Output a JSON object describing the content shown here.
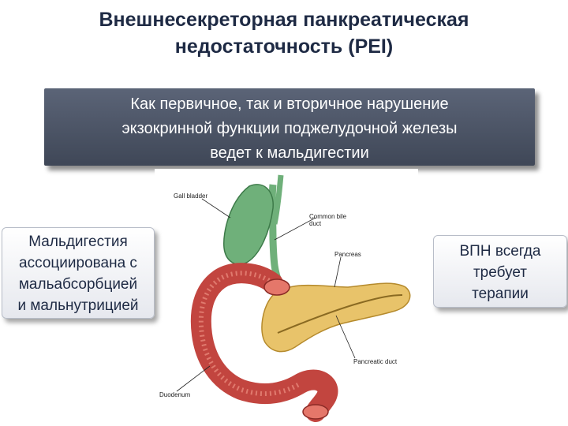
{
  "title": {
    "line1": "Внешнесекреторная панкреатическая",
    "line2": "недостаточность (PEI)"
  },
  "banner": {
    "line1": "Как первичное, так и вторичное нарушение",
    "line2": "экзокринной функции поджелудочной железы",
    "line3": "ведет к мальдигестии"
  },
  "callout_left": {
    "line1": "Мальдигестия",
    "line2": "ассоциирована с",
    "line3": "мальабсорбцией",
    "line4": "и мальнутрицией"
  },
  "callout_right": {
    "line1": "ВПН всегда",
    "line2": "требует",
    "line3": "терапии"
  },
  "figure": {
    "labels": {
      "gall_bladder": "Gall bladder",
      "common_bile_duct_1": "Common bile",
      "common_bile_duct_2": "duct",
      "pancreas": "Pancreas",
      "pancreatic_duct": "Pancreatic duct",
      "duodenum": "Duodenum"
    }
  },
  "colors": {
    "title": "#1e2a44",
    "banner": "#4b5366",
    "gallbladder": "#6fb07a",
    "pancreas": "#e8c36a",
    "duodenum": "#c2453f"
  }
}
